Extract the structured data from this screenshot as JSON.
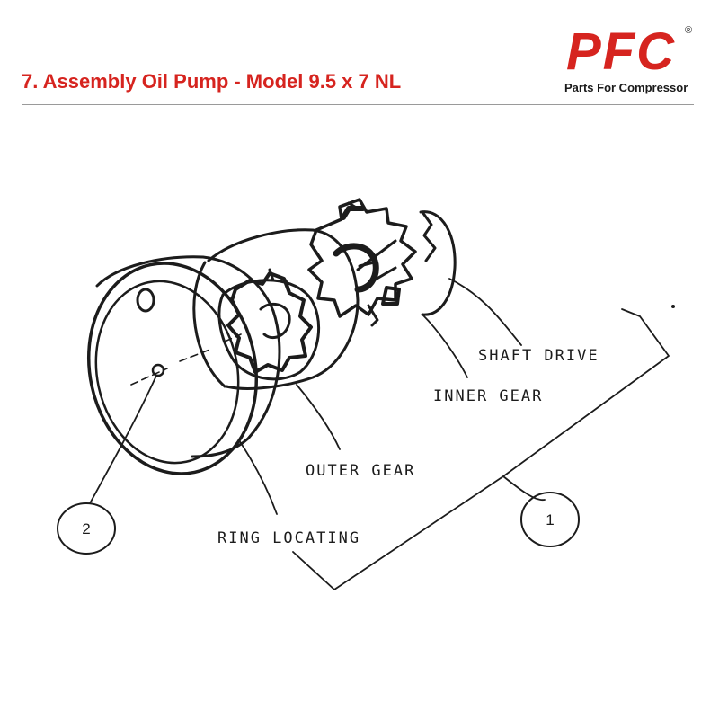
{
  "header": {
    "title": "7. Assembly Oil Pump - Model 9.5 x 7 NL",
    "title_color": "#d6241f"
  },
  "logo": {
    "letters": "PFC",
    "registered": "®",
    "tagline": "Parts For Compressor",
    "color": "#d6241f"
  },
  "diagram": {
    "labels": {
      "shaft_drive": "SHAFT DRIVE",
      "inner_gear": "INNER GEAR",
      "outer_gear": "OUTER GEAR",
      "ring_locating": "RING LOCATING"
    },
    "callouts": {
      "one": "1",
      "two": "2"
    },
    "line_color": "#1c1c1c"
  }
}
